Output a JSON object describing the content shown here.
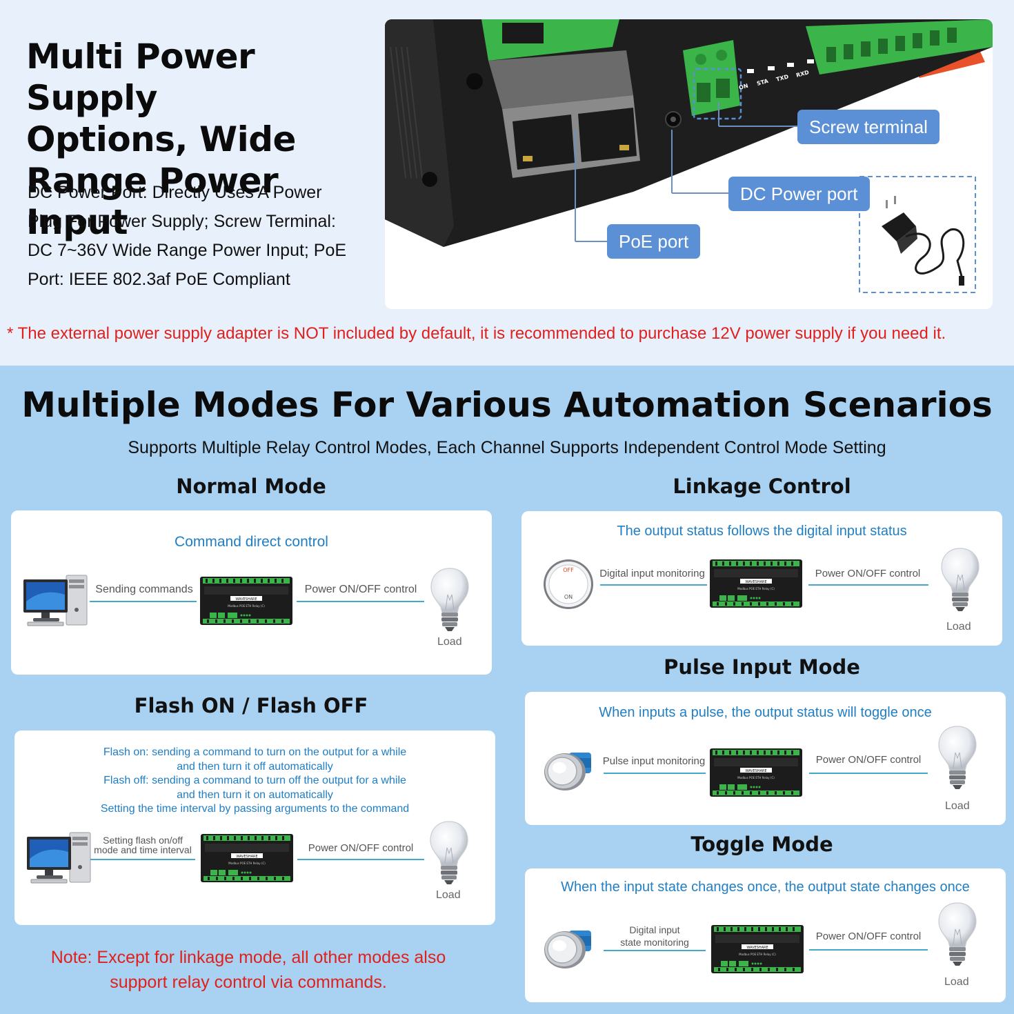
{
  "top": {
    "title_lines": [
      "Multi Power Supply",
      "Options, Wide",
      "Range Power Input"
    ],
    "description_lines": [
      "DC Power Port: Directly Uses A Power",
      "Plug For Power Supply; Screw Terminal:",
      "DC 7~36V Wide Range Power Input; PoE",
      "Port: IEEE 802.3af PoE Compliant"
    ],
    "callouts": {
      "screw_terminal": "Screw terminal",
      "dc_power_port": "DC Power port",
      "poe_port": "PoE port"
    },
    "device_led_labels": [
      "ON",
      "STA",
      "TXD",
      "RXD"
    ],
    "warning": "* The external power supply adapter is NOT included by default, it is recommended to purchase 12V power supply if you need it."
  },
  "modes_section": {
    "title": "Multiple Modes For Various Automation Scenarios",
    "subtitle": "Supports Multiple Relay Control Modes, Each Channel Supports Independent Control Mode Setting",
    "device_brand": "WAVESHARE",
    "device_model": "Modbus POE ETH Relay (C)",
    "switch_off": "OFF",
    "switch_on": "ON",
    "normal_mode": {
      "title": "Normal Mode",
      "heading": "Command direct control",
      "input_label": "Sending commands",
      "output_label": "Power ON/OFF control",
      "load_label": "Load"
    },
    "linkage_control": {
      "title": "Linkage Control",
      "heading": "The output status follows the digital input status",
      "input_label": "Digital input monitoring",
      "output_label": "Power ON/OFF control",
      "load_label": "Load"
    },
    "flash_mode": {
      "title": "Flash ON / Flash OFF",
      "heading_lines": [
        "Flash on: sending a command to turn on the output for a while",
        "and then turn it off automatically",
        "Flash off: sending a command to turn off the output for a while",
        "and then turn it on automatically",
        "Setting the time interval by passing arguments to the command"
      ],
      "input_label_lines": [
        "Setting flash on/off",
        "mode and time interval"
      ],
      "output_label": "Power ON/OFF control",
      "load_label": "Load"
    },
    "pulse_input_mode": {
      "title": "Pulse Input Mode",
      "heading": "When inputs a pulse, the output status will toggle once",
      "input_label": "Pulse input monitoring",
      "output_label": "Power ON/OFF control",
      "load_label": "Load"
    },
    "toggle_mode": {
      "title": "Toggle Mode",
      "heading": "When the input state changes once, the output state changes once",
      "input_label_lines": [
        "Digital input",
        "state monitoring"
      ],
      "output_label": "Power ON/OFF control",
      "load_label": "Load"
    },
    "note_lines": [
      "Note: Except for linkage mode, all other modes also",
      "support relay control via commands."
    ]
  }
}
